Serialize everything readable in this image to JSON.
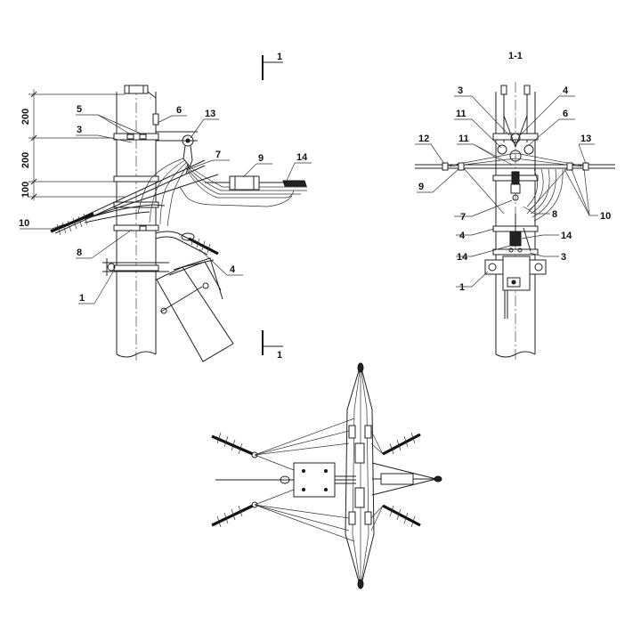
{
  "left_view": {
    "section_mark_top": "1",
    "section_mark_bottom": "1",
    "dims": [
      "200",
      "200",
      "100"
    ],
    "labels": [
      "1",
      "3",
      "4",
      "5",
      "6",
      "7",
      "8",
      "9",
      "10",
      "13",
      "14"
    ]
  },
  "right_view": {
    "title": "1-1",
    "labels": [
      "1",
      "3",
      "3",
      "4",
      "4",
      "6",
      "7",
      "8",
      "9",
      "10",
      "11",
      "11",
      "12",
      "13",
      "14",
      "14"
    ]
  }
}
